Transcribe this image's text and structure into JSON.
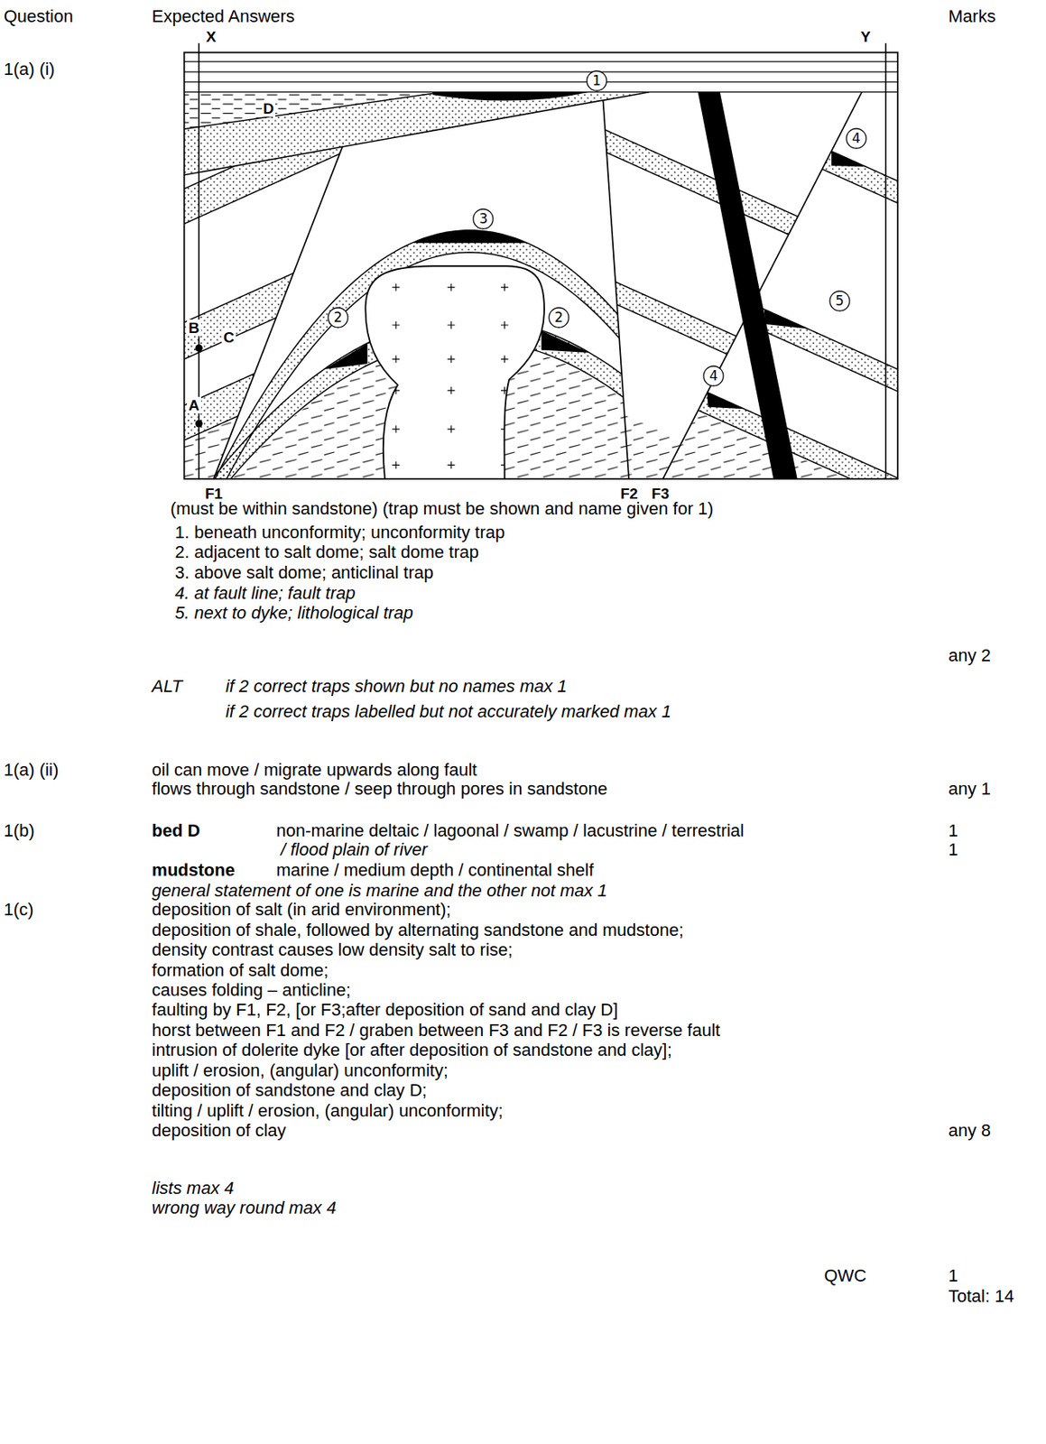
{
  "diagram": {
    "nodes": [
      {
        "text": [
          "1"
        ]
      },
      {
        "text": [
          "4"
        ]
      },
      {
        "text": [
          "3"
        ]
      },
      {
        "text": [
          "5"
        ]
      },
      {
        "text": [
          "2"
        ]
      },
      {
        "text": [
          "2"
        ]
      },
      {
        "text": [
          "4"
        ]
      }
    ],
    "labels": [
      "Question",
      "Expected Answers",
      "Marks",
      "1(a) (i)",
      "X",
      "Y",
      "D",
      "B",
      "C",
      "A",
      "F1",
      "F2",
      "F3",
      "(must be within sandstone) (trap must be shown and name given for 1)",
      "1. beneath unconformity; unconformity trap",
      "2. adjacent to salt dome; salt dome trap",
      "3. above salt dome; anticlinal trap",
      "4. at fault line; fault trap",
      "5. next to dyke; lithological trap",
      "any 2",
      "ALT",
      "if 2 correct traps shown but no names max 1",
      "if 2 correct traps labelled but not accurately marked max 1",
      "1(a) (ii)",
      "oil can move / migrate upwards along fault",
      "flows through sandstone / seep through pores in sandstone",
      "any 1",
      "1(b)",
      "bed D",
      "non-marine deltaic / lagoonal / swamp / lacustrine / terrestrial",
      "1",
      "/ flood plain of river",
      "1",
      "mudstone",
      "marine / medium depth / continental shelf",
      "general statement of one is marine and the other not max 1",
      "1(c)",
      "deposition of salt (in arid environment);",
      "deposition of shale, followed by alternating sandstone and mudstone;",
      "density contrast causes low density salt to rise;",
      "formation of salt dome;",
      "causes folding – anticline;",
      "faulting by F1, F2, [or F3;after deposition of sand and clay D]",
      "horst between F1 and F2 / graben between F3 and F2 / F3 is reverse fault",
      "intrusion of dolerite dyke [or after deposition of sandstone and clay];",
      "uplift / erosion, (angular) unconformity;",
      "deposition of sandstone and clay D;",
      "tilting / uplift / erosion, (angular) unconformity;",
      "deposition of clay",
      "any 8",
      "lists max 4",
      "wrong way round max 4",
      "QWC",
      "1",
      "Total: 14"
    ]
  }
}
